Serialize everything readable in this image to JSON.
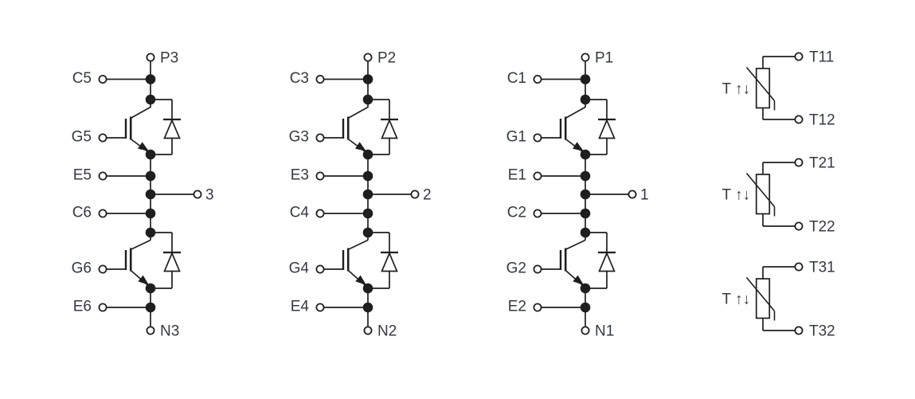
{
  "diagram": {
    "background": "#ffffff",
    "line_color": "#1f1f1f",
    "text_color": "#343a40"
  },
  "legs": [
    {
      "id": "leg-3",
      "p_label": "P3",
      "n_label": "N3",
      "out_label": "3",
      "top": {
        "collector": "C5",
        "gate": "G5",
        "emitter": "E5"
      },
      "bottom": {
        "collector": "C6",
        "gate": "G6",
        "emitter": "E6"
      }
    },
    {
      "id": "leg-2",
      "p_label": "P2",
      "n_label": "N2",
      "out_label": "2",
      "top": {
        "collector": "C3",
        "gate": "G3",
        "emitter": "E3"
      },
      "bottom": {
        "collector": "C4",
        "gate": "G4",
        "emitter": "E4"
      }
    },
    {
      "id": "leg-1",
      "p_label": "P1",
      "n_label": "N1",
      "out_label": "1",
      "top": {
        "collector": "C1",
        "gate": "G1",
        "emitter": "E1"
      },
      "bottom": {
        "collector": "C2",
        "gate": "G2",
        "emitter": "E2"
      }
    }
  ],
  "thermistors": [
    {
      "id": "thermistor-1",
      "t_label": "T ↑↓",
      "top_label": "T11",
      "bottom_label": "T12"
    },
    {
      "id": "thermistor-2",
      "t_label": "T ↑↓",
      "top_label": "T21",
      "bottom_label": "T22"
    },
    {
      "id": "thermistor-3",
      "t_label": "T ↑↓",
      "top_label": "T31",
      "bottom_label": "T32"
    }
  ]
}
